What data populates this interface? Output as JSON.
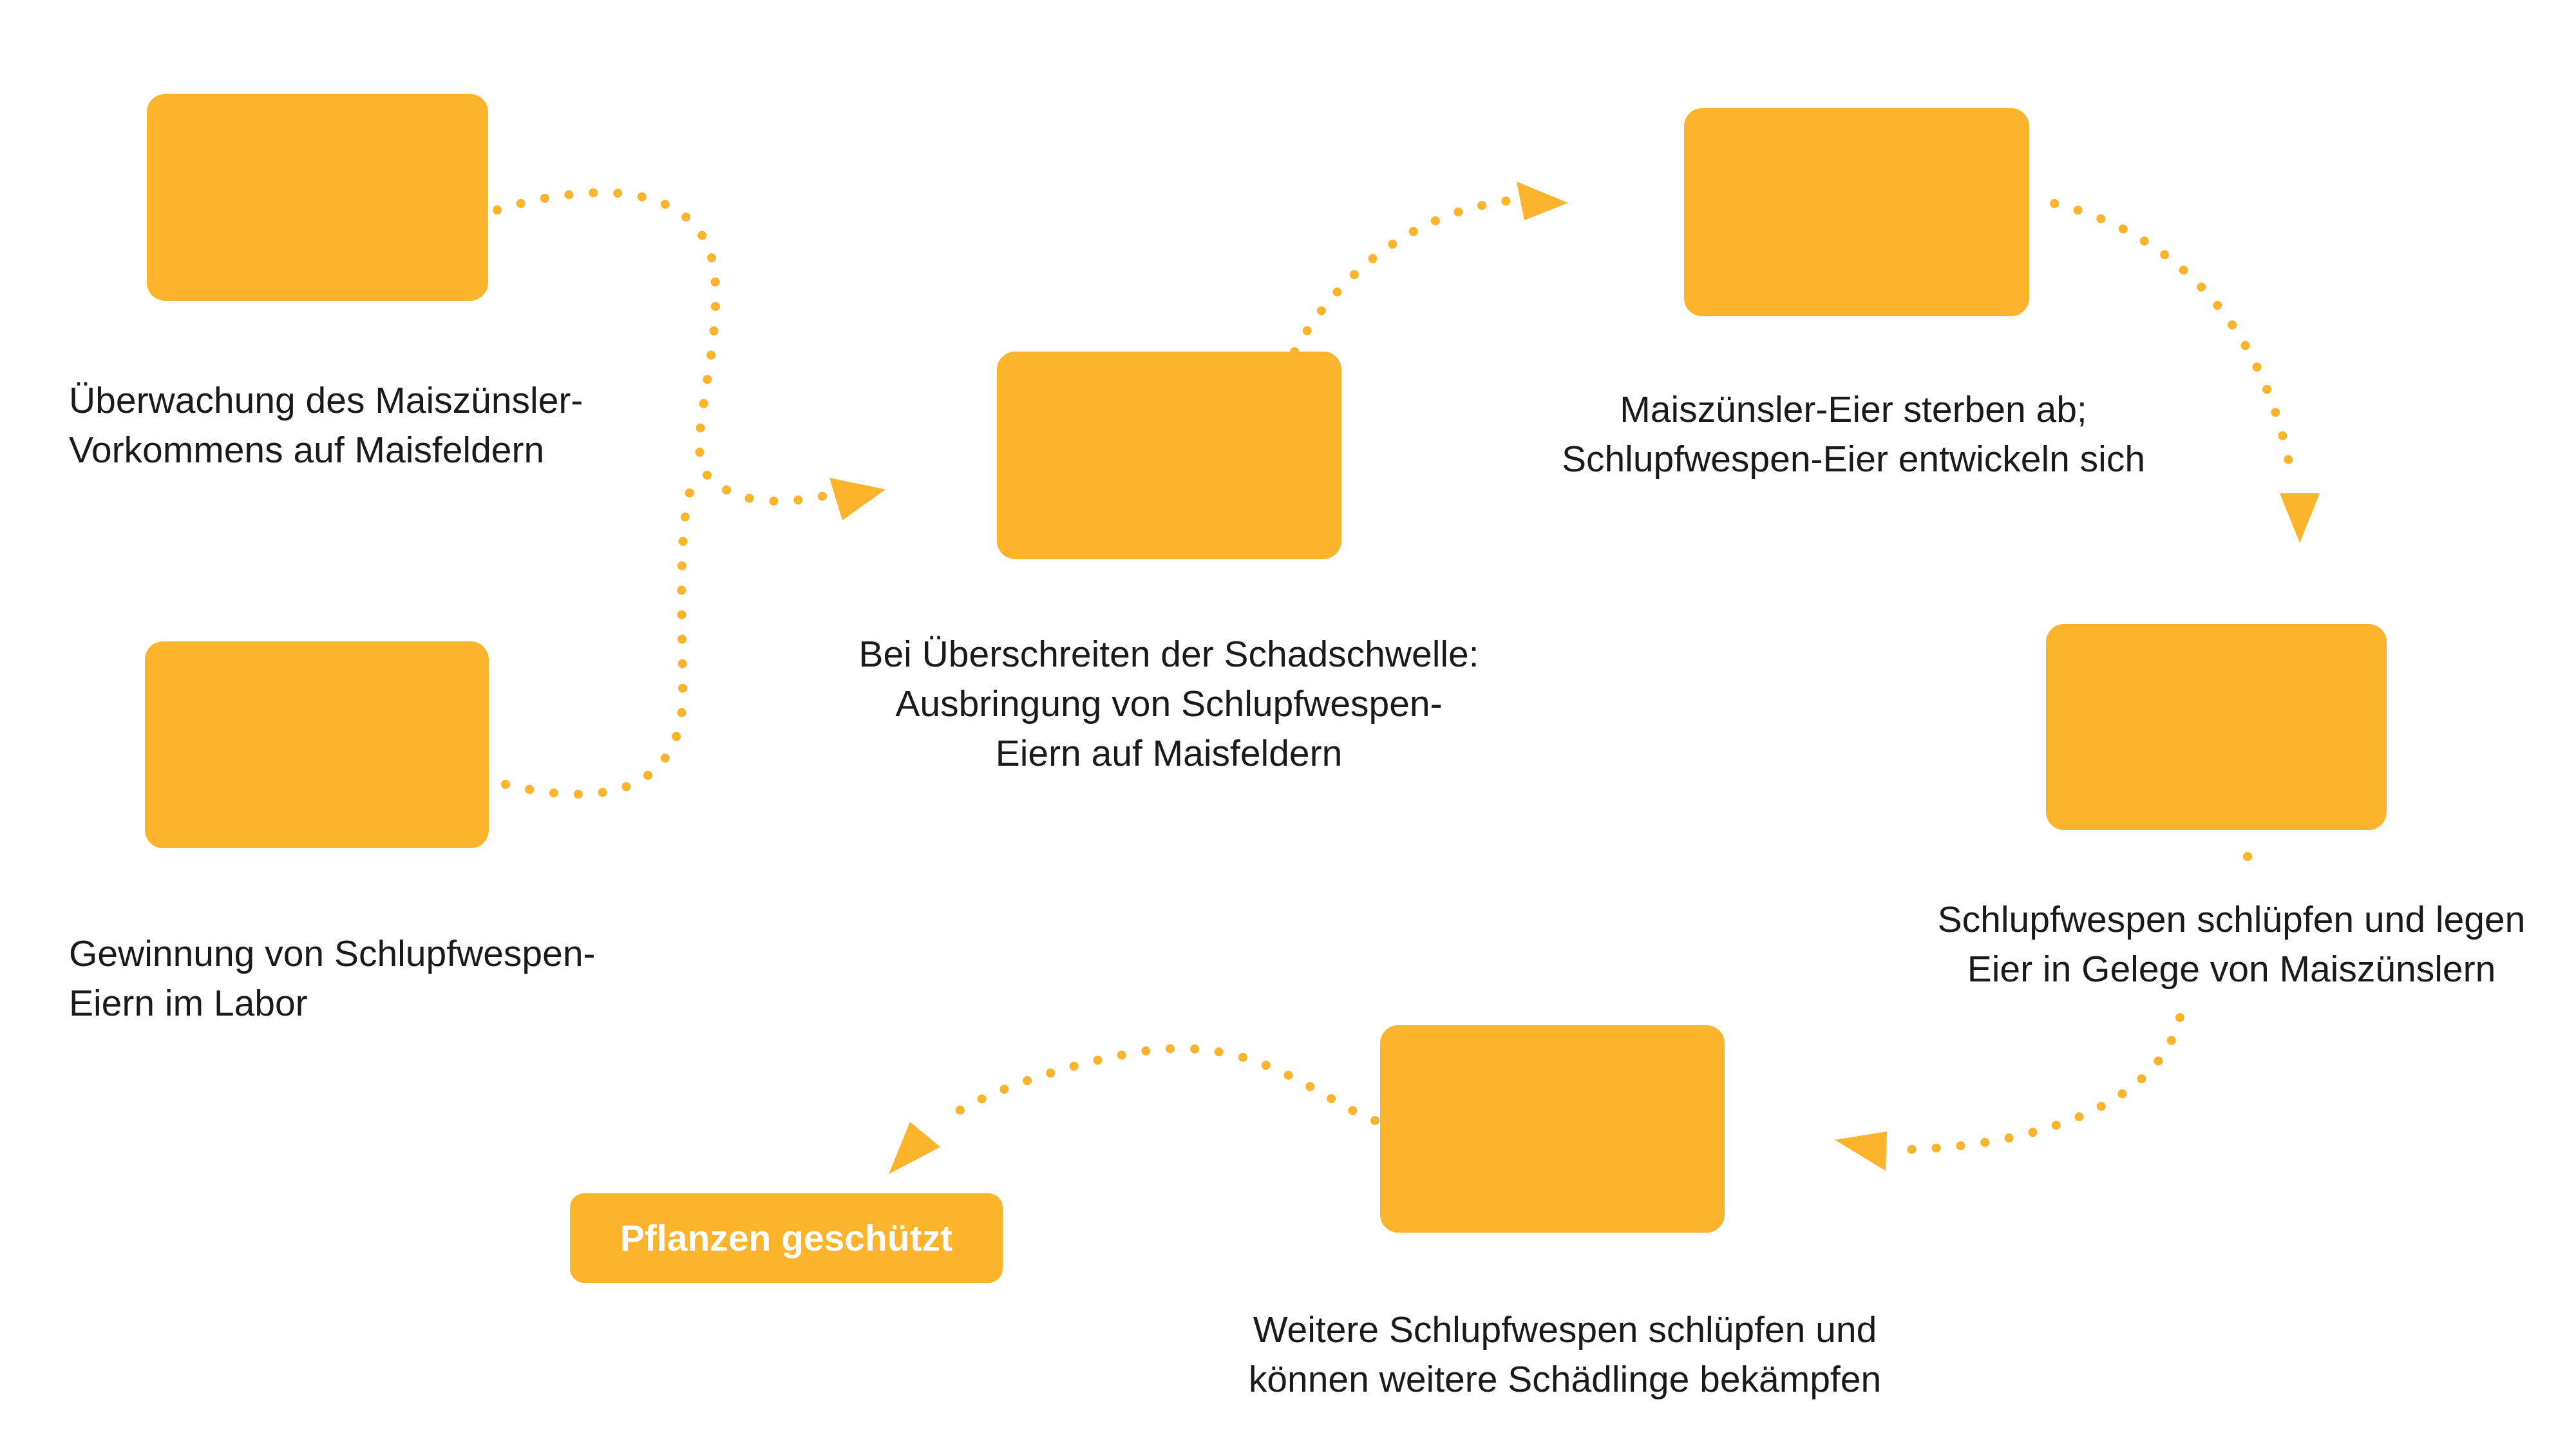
{
  "diagram": {
    "steps": [
      {
        "id": "monitoring",
        "lines": [
          "Überwachung des Maiszünsler-",
          "Vorkommens auf Maisfeldern"
        ]
      },
      {
        "id": "lab-production",
        "lines": [
          "Gewinnung von Schlupfwespen-",
          "Eiern im Labor"
        ]
      },
      {
        "id": "release",
        "lines": [
          "Bei Überschreiten der Schadschwelle:",
          "Ausbringung von Schlupfwespen-",
          "Eiern auf Maisfeldern"
        ]
      },
      {
        "id": "egg-development",
        "lines": [
          "Maiszünsler-Eier sterben ab;",
          "Schlupfwespen-Eier entwickeln sich"
        ]
      },
      {
        "id": "hatching",
        "lines": [
          "Schlupfwespen schlüpfen und legen",
          "Eier in Gelege von Maiszünslern"
        ]
      },
      {
        "id": "further-control",
        "lines": [
          "Weitere Schlupfwespen schlüpfen und",
          "können weitere Schädlinge bekämpfen"
        ]
      }
    ],
    "final_label": "Pflanzen geschützt",
    "colors": {
      "accent": "#FBB42C",
      "text": "#1a1a1a",
      "background": "#ffffff"
    }
  }
}
